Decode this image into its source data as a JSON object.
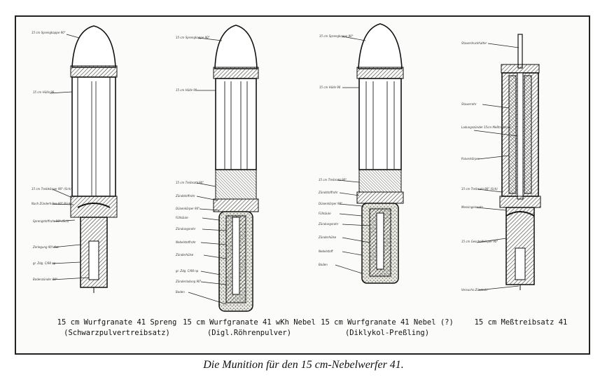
{
  "shells": [
    {
      "id": "soreng",
      "title": "15 cm Wurfgranate 41 Spreng",
      "subtitle": "(Schwarzpulvertreibsatz)",
      "annotations": [
        "15 cm Sprengkappe 90°",
        "15 cm Hülle 90",
        "15 cm Treibkörper 90° (Sch)",
        "Nach Zünderhülse 90° Rück",
        "Sprengstoffrohr 90° (Sch)",
        "Zerlegung 90° Kat",
        "gr. Zdg. C/98 np",
        "Bodenzünder 90°"
      ]
    },
    {
      "id": "wkh-nebel",
      "title": "15 cm Wurfgranate 41 wKh Nebel",
      "subtitle": "(Digl.Röhrenpulver)",
      "annotations": [
        "15 cm Sprengkappe 90°",
        "15 cm Hülle 90",
        "15 cm Treibsatz 90°",
        "Zündstoffrohr",
        "Düsenkörper 90°",
        "Füllsäule",
        "Zündungsrohr",
        "Nebelstoffrohr",
        "Zünderhülse",
        "gr. Zdg. C/98 np",
        "Zünderladung 90°",
        "Boden"
      ]
    },
    {
      "id": "nebel",
      "title": "15 cm Wurfgranate 41 Nebel (?)",
      "subtitle": "(Diklykol-Preßling)",
      "annotations": [
        "15 cm Sprengkappe 90°",
        "15 cm Hülle 90",
        "15 cm Treibsatz 90°",
        "Zündstoffrohr",
        "Düsenkörper 90°",
        "Füllsäule",
        "Zündungsrohr",
        "Zünderhülse",
        "Nebelstoff",
        "Boden"
      ]
    },
    {
      "id": "messtreibsatz",
      "title": "15 cm Meßtreibsatz 41",
      "subtitle": "",
      "annotations": [
        "Stauerdruckhalter",
        "Stauerrohr",
        "Ladungszünder 15cm Meßtreibsatz",
        "Pulverkörper",
        "15 cm Treibsatz 90° (Sch)",
        "Messingeinsatz",
        "15 cm Geschoßkörper 90°",
        "Versuchs-Zündrohr"
      ]
    }
  ],
  "figure_caption": "Die Munition für den 15 cm-Nebelwerfer 41."
}
